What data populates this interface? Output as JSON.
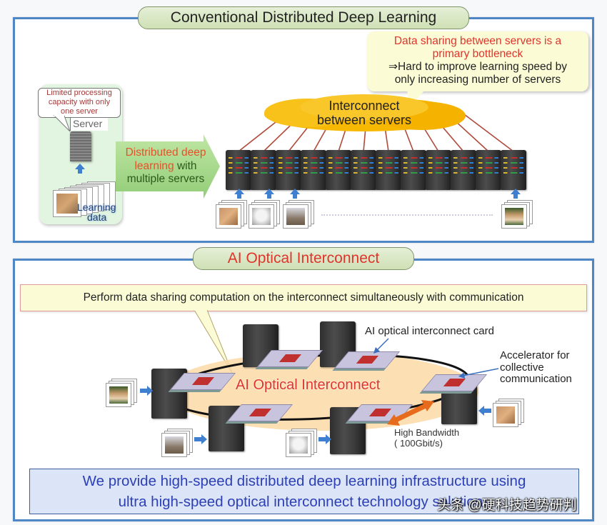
{
  "top_panel": {
    "title": "Conventional Distributed Deep Learning",
    "bottleneck_callout": {
      "line1": "Data sharing between servers is a",
      "line2": "primary bottleneck",
      "line3": "⇒Hard to improve learning speed by",
      "line4": "only increasing number of servers"
    },
    "single_server_box": {
      "limit_callout": {
        "line1": "Limited processing",
        "line2": "capacity with only",
        "line3": "one server"
      },
      "server_label": "Server",
      "data_label_line1": "Learning",
      "data_label_line2": "data"
    },
    "transition_arrow": {
      "line1_red": "Distributed deep",
      "line2_red": "learning",
      "line2_rest": " with",
      "line3": "multiple servers"
    },
    "cloud": {
      "line1": "Interconnect",
      "line2": "between servers"
    },
    "server_count": 12
  },
  "bottom_panel": {
    "title": "AI Optical Interconnect",
    "banner": "Perform data sharing computation on the interconnect simultaneously with communication",
    "ring_label": "AI Optical Interconnect",
    "card_label": "AI optical interconnect card",
    "accelerator_label": {
      "line1": "Accelerator for",
      "line2": "collective",
      "line3": "communication"
    },
    "bandwidth_label": {
      "line1": "High Bandwidth",
      "line2": "( 100Gbit/s)"
    },
    "summary": {
      "line1": "We provide high-speed distributed deep learning infrastructure using",
      "line2": "ultra high-speed optical interconnect technology solutions"
    }
  },
  "watermark": "头条 @硬科技趋势研判",
  "colors": {
    "panel_border": "#4f86c6",
    "accent_red": "#e0342c",
    "orange_red": "#e8502a",
    "summary_text": "#2d3fb5",
    "cloud": "#f6b800",
    "ring_fill": "#fbd9a6"
  }
}
